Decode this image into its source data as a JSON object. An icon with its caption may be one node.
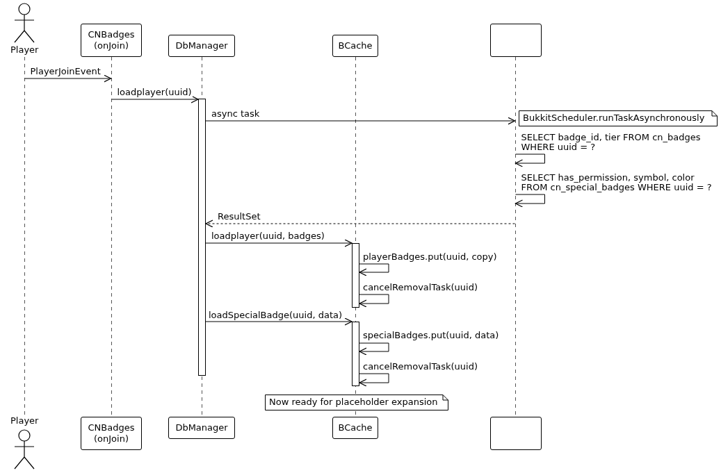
{
  "diagram": {
    "nodes": [
      {
        "text": [
          "Player"
        ]
      },
      {
        "text": [
          "CNBadges (onJoin)"
        ]
      },
      {
        "text": [
          "DbManager"
        ]
      },
      {
        "text": [
          "BCache"
        ]
      },
      {
        "text": [],
        "shape": "box"
      },
      {
        "text": [
          "Player"
        ]
      },
      {
        "text": [
          "CNBadges (onJoin)"
        ]
      },
      {
        "text": [
          "DbManager"
        ]
      },
      {
        "text": [
          "BCache"
        ]
      },
      {
        "text": [],
        "shape": "box"
      },
      {
        "text": [],
        "shape": "bar"
      },
      {
        "text": [],
        "shape": "bar"
      },
      {
        "text": [],
        "shape": "bar"
      },
      {
        "text": [
          "BukkitScheduler.runTaskAsynchronously"
        ]
      },
      {
        "text": [
          "Now ready for placeholder expansion"
        ]
      },
      {
        "text": [],
        "shape": "line"
      },
      {
        "text": [],
        "shape": "line"
      },
      {
        "text": [],
        "shape": "line"
      },
      {
        "text": [],
        "shape": "line"
      },
      {
        "text": [],
        "shape": "line"
      }
    ],
    "edges": [
      {
        "from": 15,
        "to": 16,
        "arrow": "to",
        "label": "PlayerJoinEvent"
      },
      {
        "from": 16,
        "to": 10,
        "arrow": "to",
        "label": "loadplayer(uuid)"
      },
      {
        "from": 10,
        "to": 19,
        "arrow": "to",
        "label": "async task"
      },
      {
        "from": 19,
        "to": 19,
        "arrow": "to",
        "label": "SELECT badge_id, tier FROM cn_badges WHERE uuid = ?"
      },
      {
        "from": 19,
        "to": 19,
        "arrow": "to",
        "label": "SELECT has_permission, symbol, color FROM cn_special_badges WHERE uuid = ?"
      },
      {
        "from": 19,
        "to": 10,
        "arrow": "to",
        "label": "ResultSet",
        "style": "dashed"
      },
      {
        "from": 10,
        "to": 11,
        "arrow": "to",
        "label": "loadplayer(uuid, badges)"
      },
      {
        "from": 11,
        "to": 11,
        "arrow": "to",
        "label": "playerBadges.put(uuid, copy)"
      },
      {
        "from": 11,
        "to": 11,
        "arrow": "to",
        "label": "cancelRemovalTask(uuid)"
      },
      {
        "from": 10,
        "to": 12,
        "arrow": "to",
        "label": "loadSpecialBadge(uuid, data)"
      },
      {
        "from": 12,
        "to": 12,
        "arrow": "to",
        "label": "specialBadges.put(uuid, data)"
      },
      {
        "from": 12,
        "to": 12,
        "arrow": "to",
        "label": "cancelRemovalTask(uuid)"
      }
    ]
  }
}
